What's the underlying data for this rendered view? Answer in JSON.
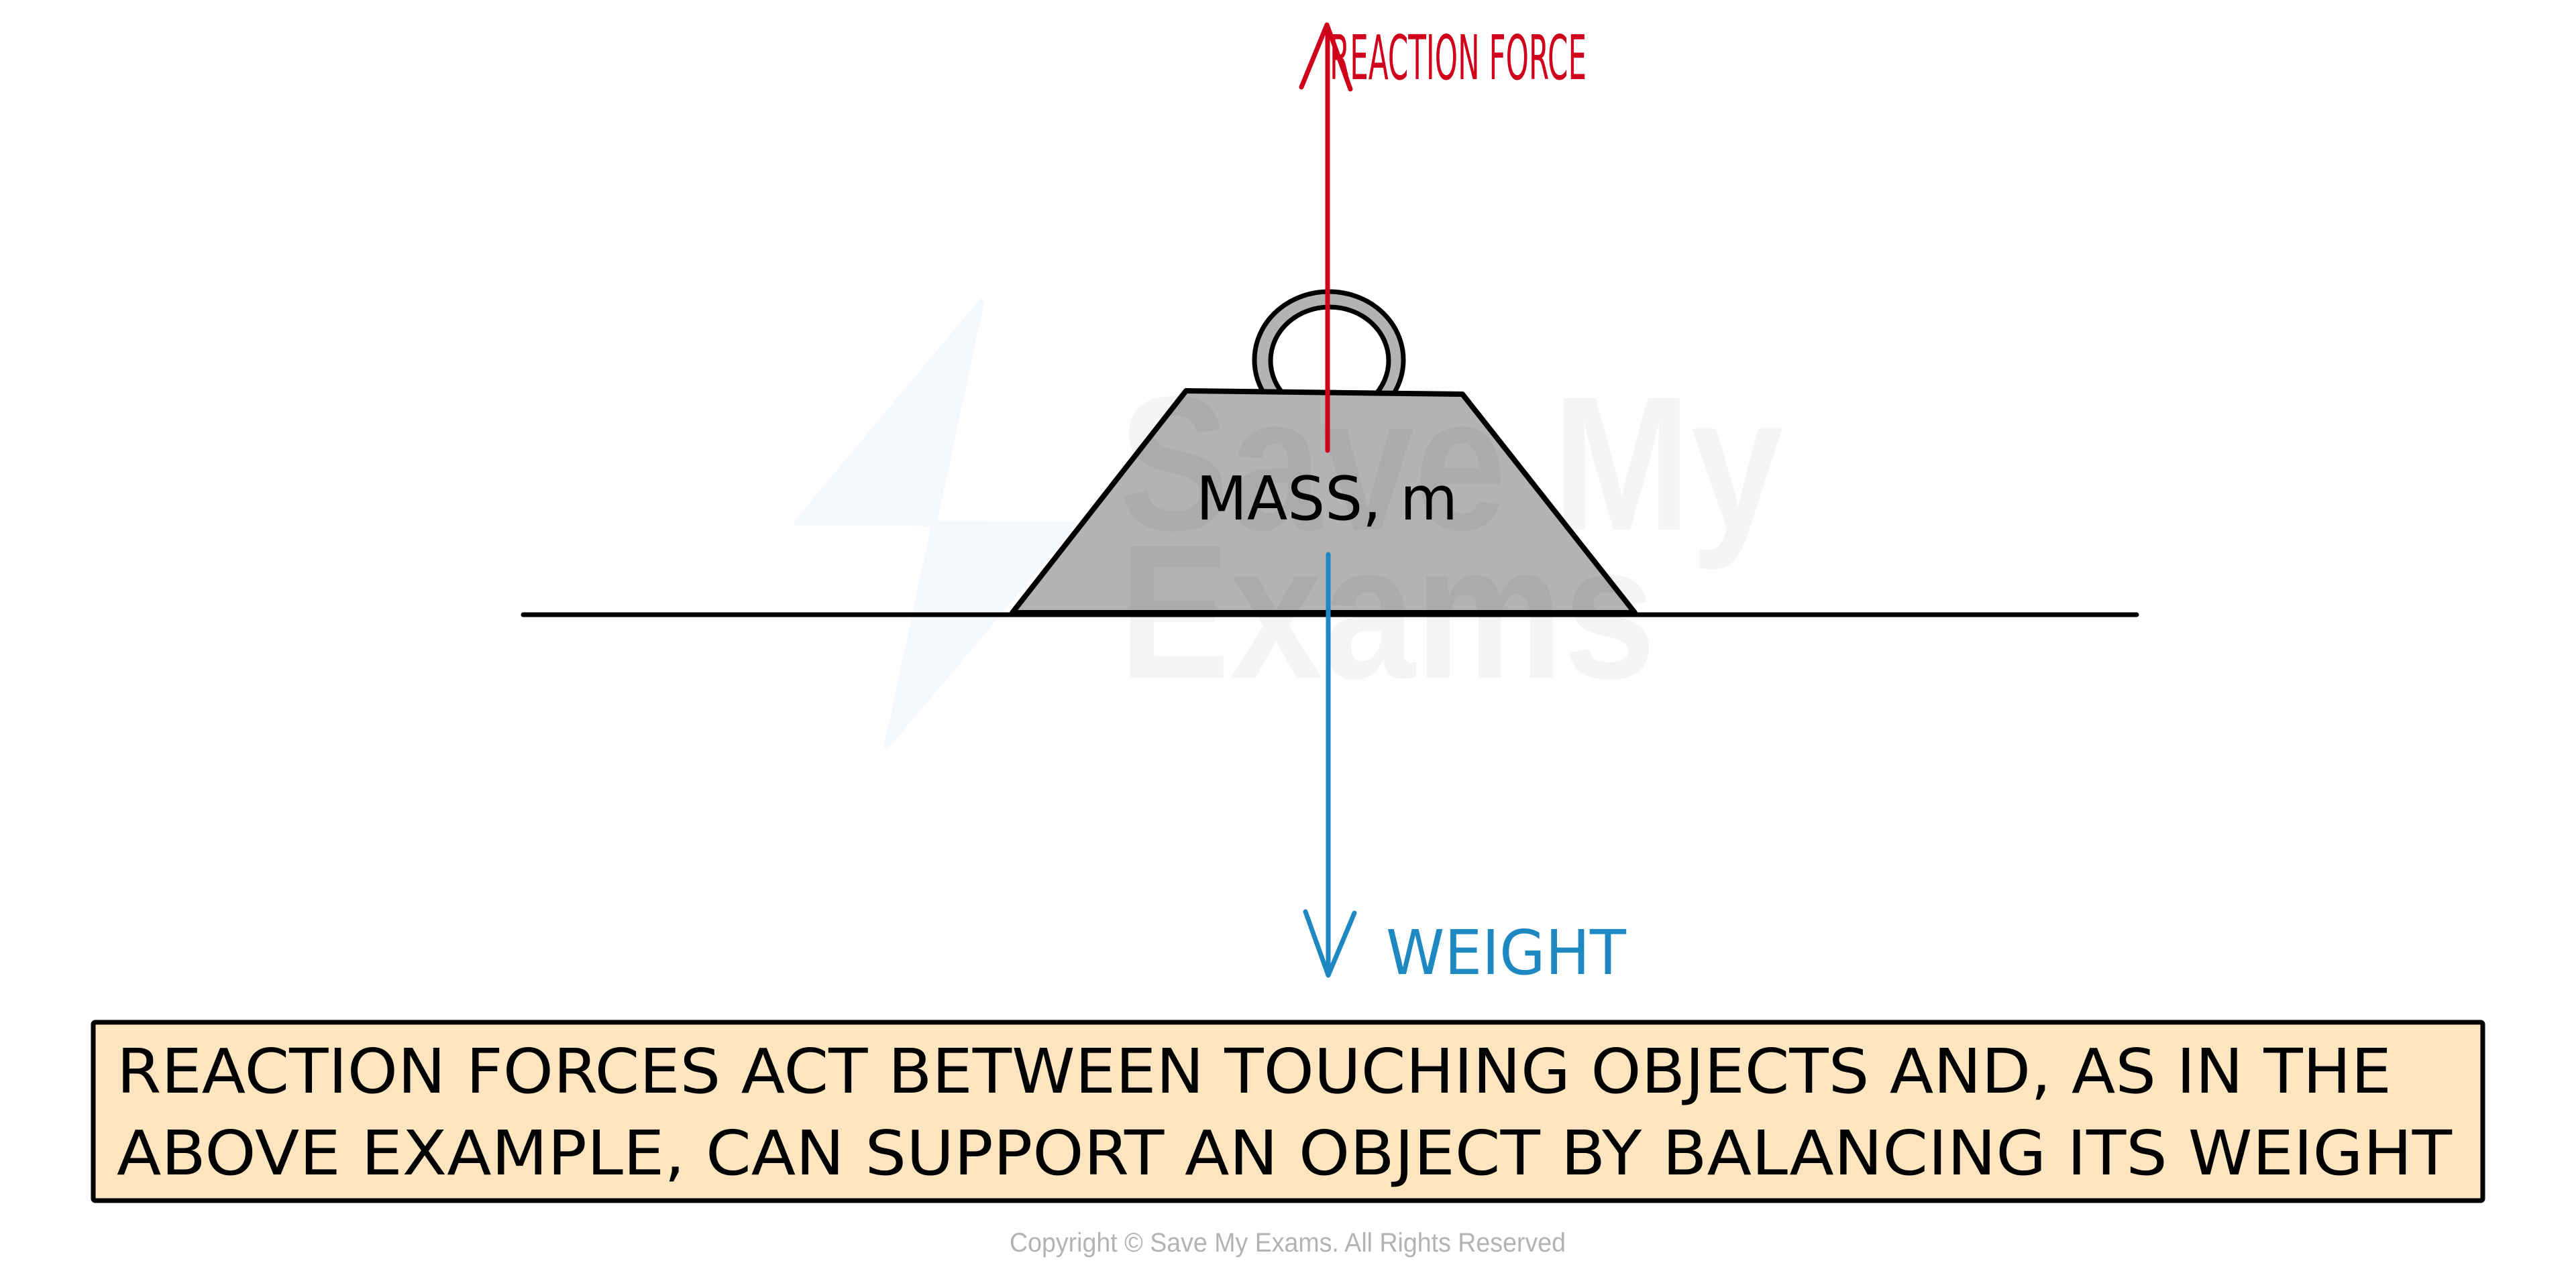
{
  "diagram": {
    "title": "Reaction force supporting a mass",
    "labels": {
      "reaction_force": "REACTION FORCE",
      "weight": "WEIGHT",
      "mass": "MASS, m"
    },
    "caption": {
      "line1": "REACTION FORCES ACT BETWEEN TOUCHING OBJECTS AND, AS IN THE",
      "line2": "ABOVE EXAMPLE, CAN SUPPORT AN OBJECT BY BALANCING ITS WEIGHT"
    },
    "watermark": {
      "line1": "Save My",
      "line2": "Exams"
    },
    "copyright": "Copyright © Save My Exams. All Rights Reserved",
    "colors": {
      "reaction_force": "#D0021B",
      "weight": "#1E88C3",
      "mass_fill": "#B3B3B3",
      "caption_fill": "#FDE5BF",
      "outline": "#000000",
      "copyright": "#B3B3B3",
      "watermark_bolt": "#F5F8FD"
    },
    "forces": [
      {
        "name": "reaction force",
        "direction": "up"
      },
      {
        "name": "weight",
        "direction": "down"
      }
    ]
  }
}
